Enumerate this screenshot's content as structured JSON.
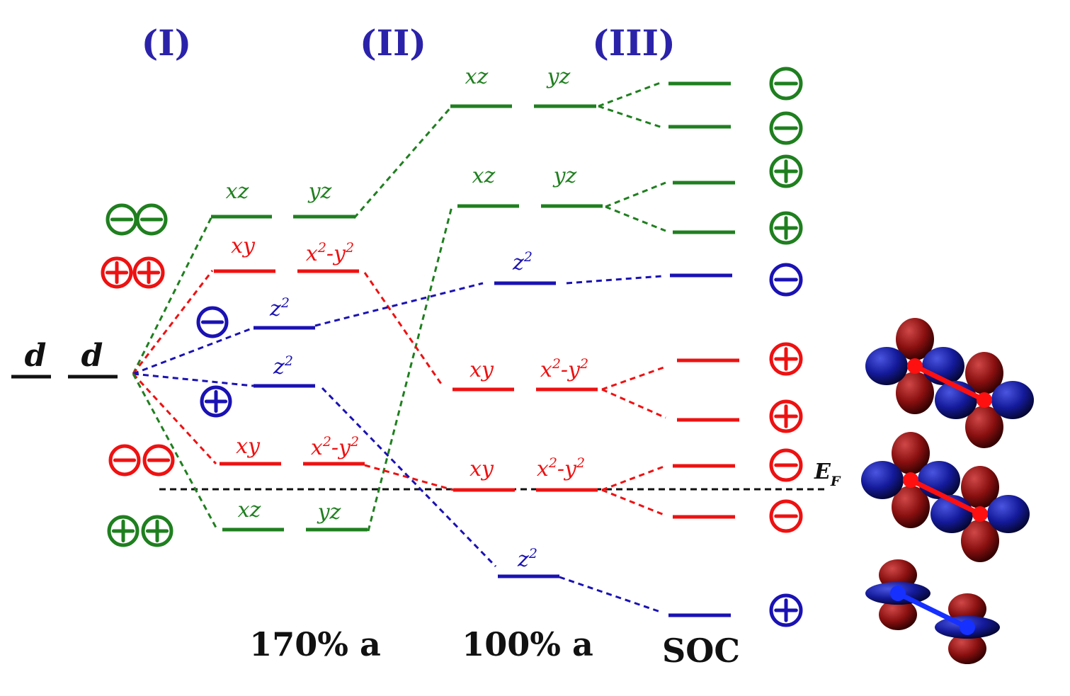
{
  "colors": {
    "green": "#1f7f1f",
    "red": "#ee1111",
    "blue": "#1a12b3",
    "black": "#111111",
    "roman": "#2b22aa"
  },
  "stages": [
    "(I)",
    "(II)",
    "(III)"
  ],
  "atomic": {
    "label": "d",
    "count": 2
  },
  "orbitals": {
    "xz": "xz",
    "yz": "yz",
    "xy": "xy",
    "z2": "z",
    "x2y2_x": "x",
    "x2y2_y": "-y",
    "sup": "2"
  },
  "bottom_labels": [
    "170% a",
    "100% a",
    "SOC"
  ],
  "fermi": {
    "main": "E",
    "sub": "F"
  },
  "parity_column_I": [
    {
      "signs": [
        "minus",
        "minus"
      ],
      "color": "green"
    },
    {
      "signs": [
        "plus",
        "plus"
      ],
      "color": "red"
    },
    {
      "signs": [
        "minus"
      ],
      "color": "blue"
    },
    {
      "signs": [
        "plus"
      ],
      "color": "blue"
    },
    {
      "signs": [
        "minus",
        "minus"
      ],
      "color": "red"
    },
    {
      "signs": [
        "plus",
        "plus"
      ],
      "color": "green"
    }
  ],
  "parity_column_soc": [
    {
      "sign": "minus",
      "color": "green"
    },
    {
      "sign": "minus",
      "color": "green"
    },
    {
      "sign": "plus",
      "color": "green"
    },
    {
      "sign": "plus",
      "color": "green"
    },
    {
      "sign": "minus",
      "color": "blue"
    },
    {
      "sign": "plus",
      "color": "red"
    },
    {
      "sign": "plus",
      "color": "red"
    },
    {
      "sign": "minus",
      "color": "red"
    },
    {
      "sign": "minus",
      "color": "red"
    },
    {
      "sign": "plus",
      "color": "blue"
    }
  ],
  "orbital_images": [
    "red-orbital-dimer",
    "red-orbital-dimer",
    "blue-orbital-dimer"
  ]
}
